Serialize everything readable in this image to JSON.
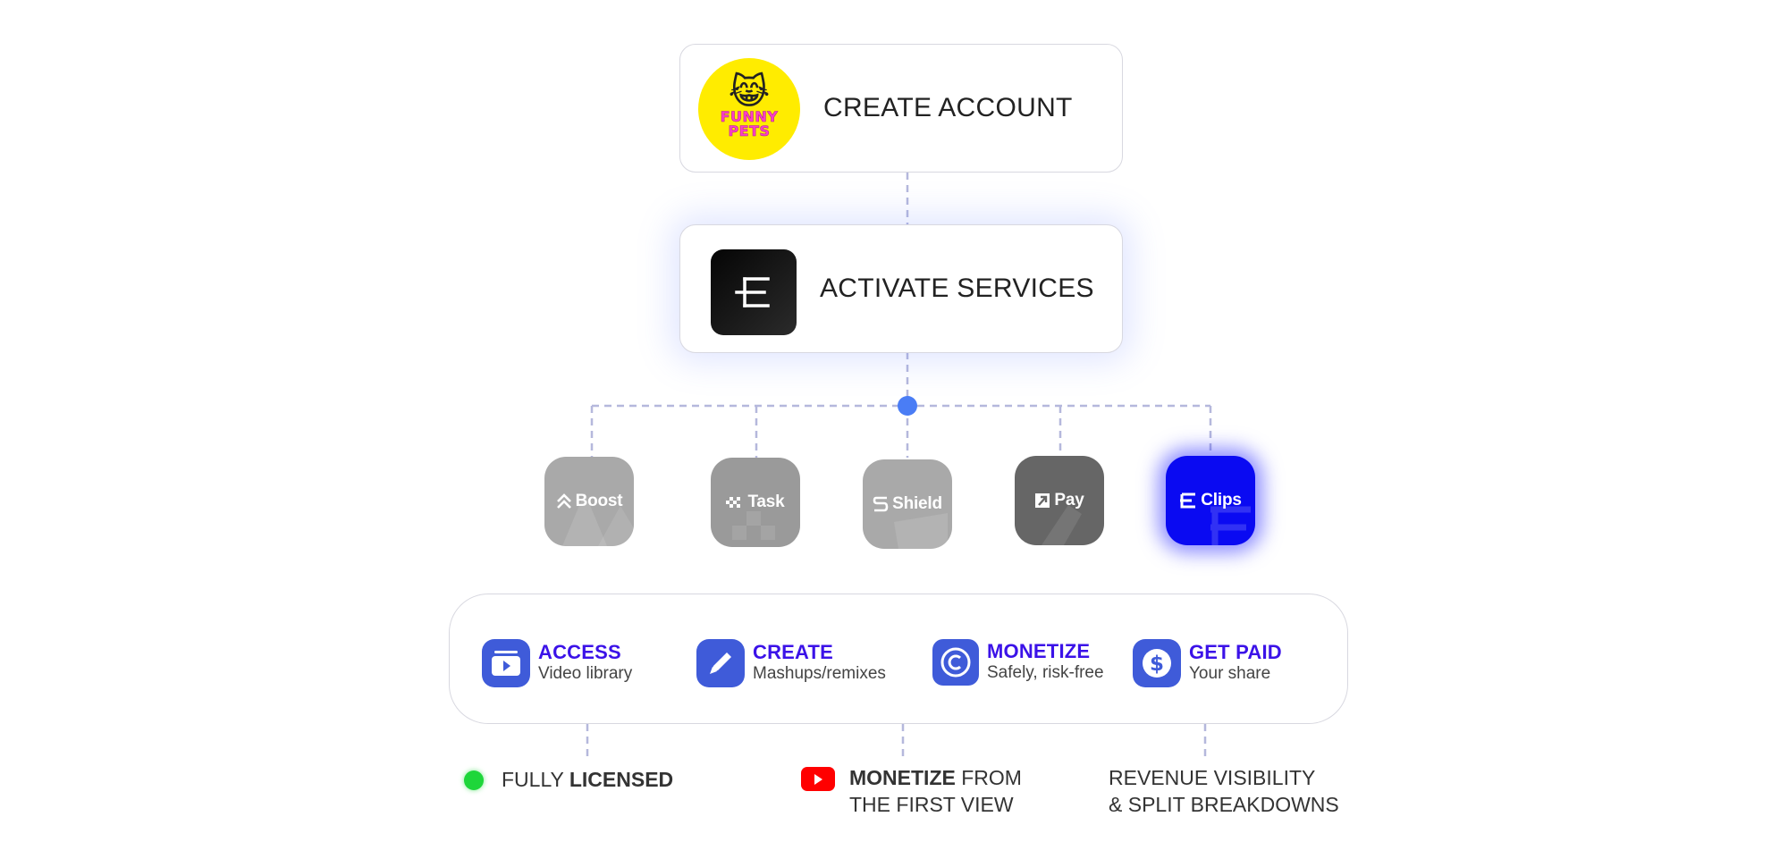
{
  "steps": {
    "create_account": {
      "title": "CREATE ACCOUNT",
      "logo_top": "FUNNY",
      "logo_bottom": "PETS",
      "logo_emoji": "😹"
    },
    "activate_services": {
      "title": "ACTIVATE SERVICES"
    }
  },
  "services": [
    {
      "label": "Boost",
      "icon": "boost-icon",
      "state": "inactive"
    },
    {
      "label": "Task",
      "icon": "task-icon",
      "state": "inactive"
    },
    {
      "label": "Shield",
      "icon": "shield-icon",
      "state": "inactive"
    },
    {
      "label": "Pay",
      "icon": "pay-icon",
      "state": "inactive"
    },
    {
      "label": "Clips",
      "icon": "clips-icon",
      "state": "active"
    }
  ],
  "benefits": [
    {
      "title": "ACCESS",
      "subtitle": "Video library",
      "icon": "video-library-icon"
    },
    {
      "title": "CREATE",
      "subtitle": "Mashups/remixes",
      "icon": "pencil-icon"
    },
    {
      "title": "MONETIZE",
      "subtitle": "Safely, risk-free",
      "icon": "copyright-icon"
    },
    {
      "title": "GET PAID",
      "subtitle": "Your share",
      "icon": "dollar-icon"
    }
  ],
  "outcomes": {
    "licensed": {
      "prefix": "FULLY ",
      "strong": "LICENSED"
    },
    "monetize": {
      "strong": "MONETIZE",
      "rest": " FROM",
      "line2": "THE FIRST VIEW"
    },
    "revenue": {
      "line1": "REVENUE VISIBILITY",
      "line2": "& SPLIT BREAKDOWNS"
    }
  },
  "colors": {
    "accent_blue": "#3b12e8",
    "clips_blue": "#0a0af2",
    "icon_blue": "#3f5bd9",
    "connector": "#b5b8dc",
    "hub_dot": "#4a7df5",
    "status_green": "#1ed63a",
    "youtube_red": "#ff0000",
    "logo_yellow": "#ffec00",
    "logo_pink": "#ff3fc7"
  }
}
